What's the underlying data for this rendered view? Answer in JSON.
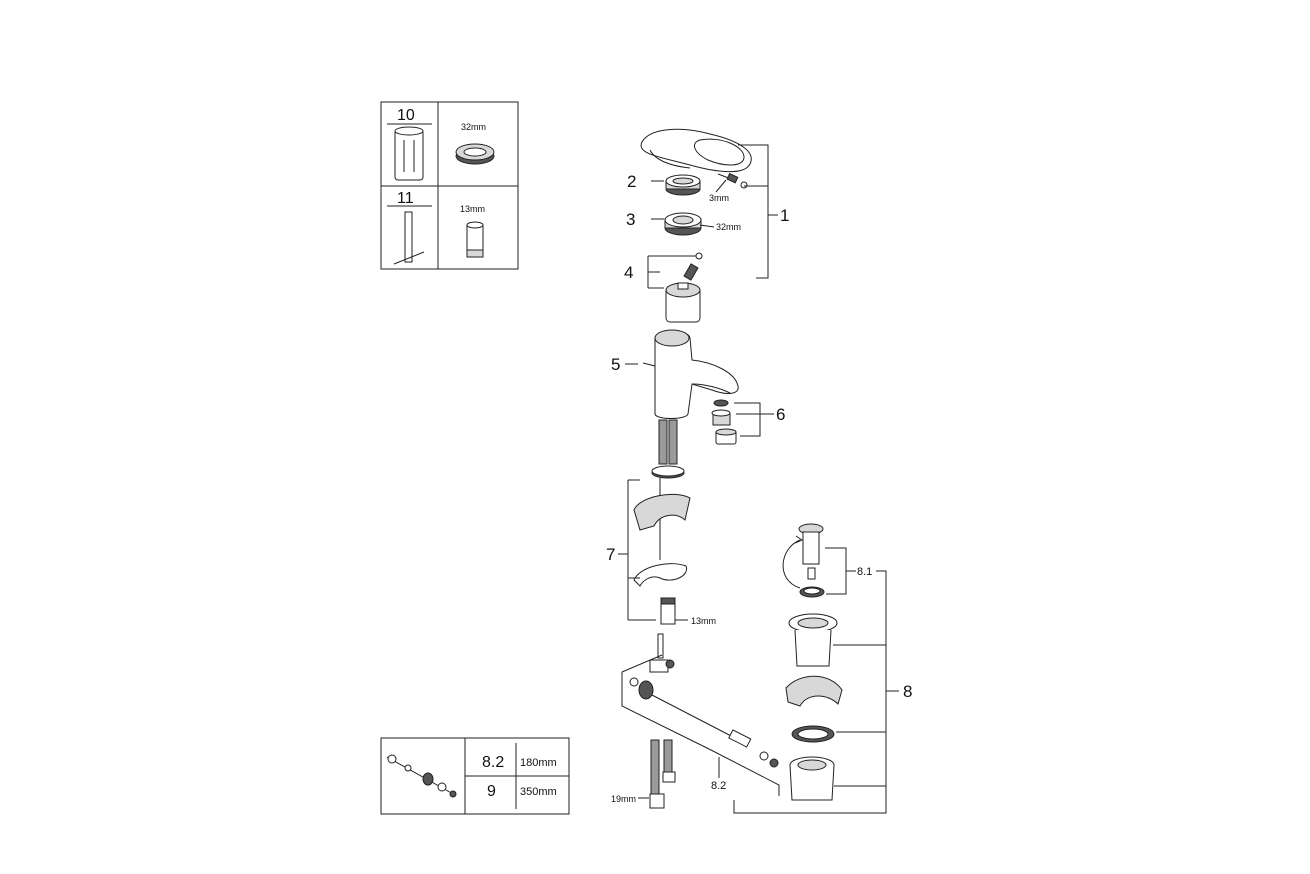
{
  "callouts": {
    "c1": "1",
    "c2": "2",
    "c3": "3",
    "c4": "4",
    "c5": "5",
    "c6": "6",
    "c7": "7",
    "c8": "8",
    "c8_1": "8.1",
    "c8_2": "8.2"
  },
  "dimensions": {
    "d3mm": "3mm",
    "d32mm_handle": "32mm",
    "d13mm_stem": "13mm",
    "d19mm": "19mm"
  },
  "tool_table": {
    "rows": [
      {
        "part": "10",
        "size": "32mm"
      },
      {
        "part": "11",
        "size": "13mm"
      }
    ]
  },
  "length_table": {
    "rows": [
      {
        "part": "8.2",
        "length": "180mm"
      },
      {
        "part": "9",
        "length": "350mm"
      }
    ]
  }
}
